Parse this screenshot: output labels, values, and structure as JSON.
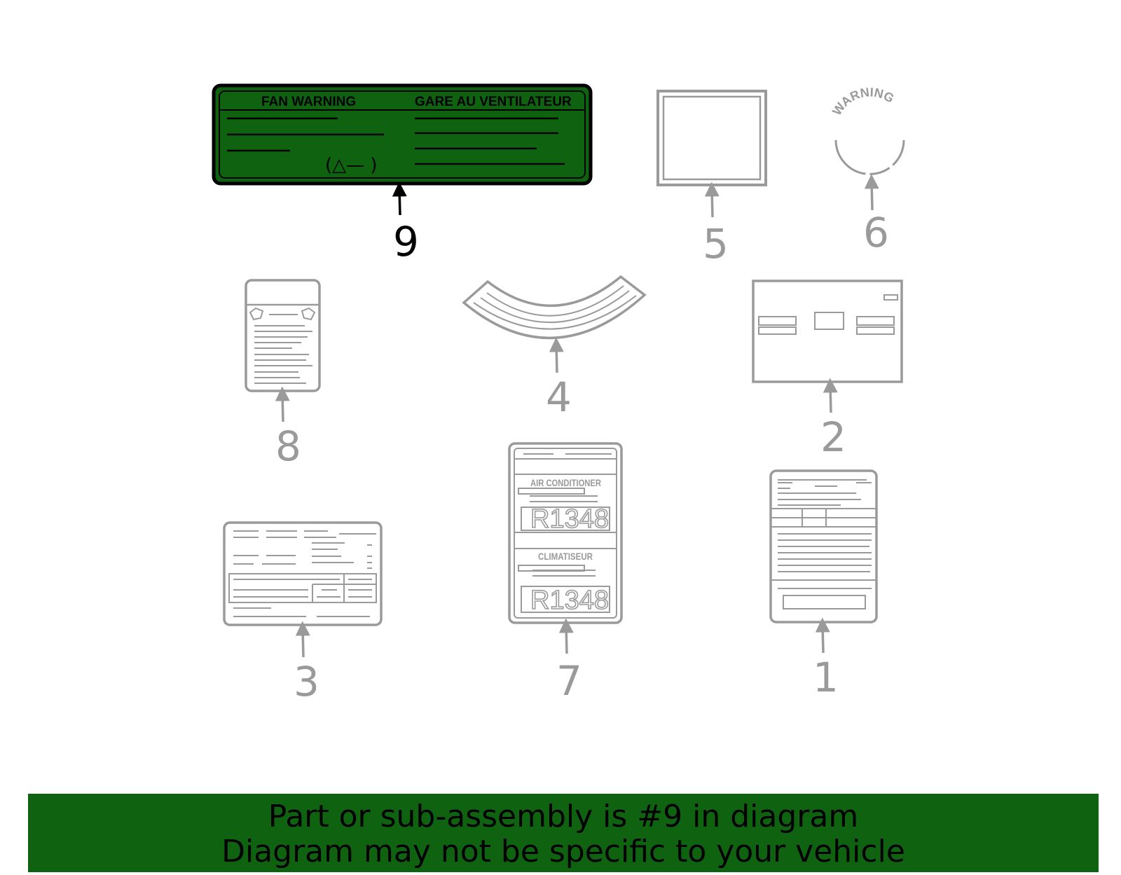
{
  "diagram": {
    "highlight_color": "#0f620f",
    "line_color": "#9a9a9a",
    "parts": [
      {
        "callout": "1"
      },
      {
        "callout": "2"
      },
      {
        "callout": "3"
      },
      {
        "callout": "4"
      },
      {
        "callout": "5"
      },
      {
        "callout": "6",
        "label_text": "WARNING"
      },
      {
        "callout": "7",
        "label_text_top": "AIR CONDITIONER",
        "label_text_bottom": "CLIMATISEUR",
        "refrigerant_code": "R1348"
      },
      {
        "callout": "8"
      },
      {
        "callout": "9",
        "highlighted": true,
        "label_left": "FAN WARNING",
        "label_right": "GARE AU VENTILATEUR",
        "symbol": "(△— )"
      }
    ]
  },
  "banner": {
    "line1": "Part or sub-assembly is #9 in diagram",
    "line2": "Diagram may not be specific to your vehicle",
    "background": "#0f620f"
  }
}
